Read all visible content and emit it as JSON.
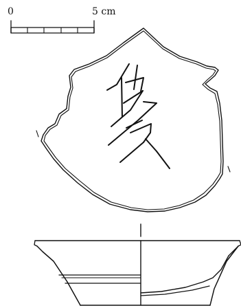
{
  "scale_bar": {
    "start_label": "0",
    "end_label": "5 cm",
    "divisions": 5
  },
  "colors": {
    "ink": "#111111",
    "paper": "#ffffff"
  }
}
